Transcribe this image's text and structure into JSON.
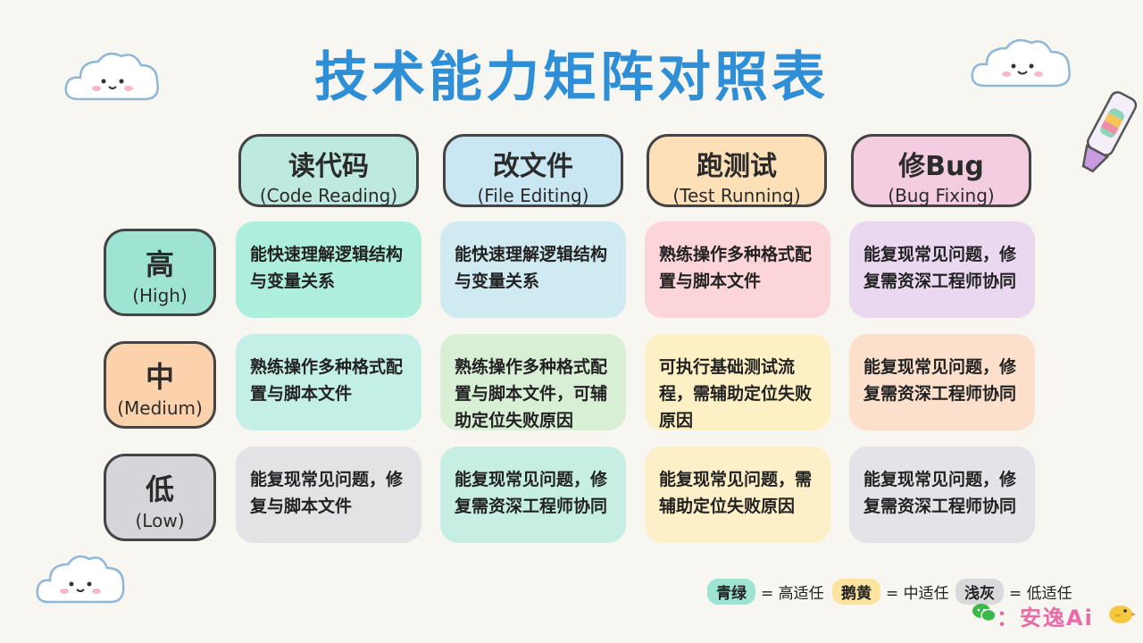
{
  "title": "技术能力矩阵对照表",
  "columns": [
    {
      "zh": "读代码",
      "en": "(Code Reading)",
      "color": "#bde9df"
    },
    {
      "zh": "改文件",
      "en": "(File Editing)",
      "color": "#c9e6f3"
    },
    {
      "zh": "跑测试",
      "en": "(Test Running)",
      "color": "#fde0b8"
    },
    {
      "zh": "修Bug",
      "en": "(Bug Fixing)",
      "color": "#f5cde0"
    }
  ],
  "rows": [
    {
      "zh": "高",
      "en": "(High)",
      "color": "#9fe3d3"
    },
    {
      "zh": "中",
      "en": "(Medium)",
      "color": "#fbd2ac"
    },
    {
      "zh": "低",
      "en": "(Low)",
      "color": "#d6d6da"
    }
  ],
  "cells": [
    [
      {
        "text": "能快速理解逻辑结构与变量关系",
        "color": "#aeeedd"
      },
      {
        "text": "能快速理解逻辑结构与变量关系",
        "color": "#cfeaf0"
      },
      {
        "text": "熟练操作多种格式配置与脚本文件",
        "color": "#fbd5d8"
      },
      {
        "text": "能复现常见问题，修复需资深工程师协同",
        "color": "#ead8f0"
      }
    ],
    [
      {
        "text": "熟练操作多种格式配置与脚本文件",
        "color": "#c4efe6"
      },
      {
        "text": "熟练操作多种格式配置与脚本文件，可辅助定位失败原因",
        "color": "#d8efd6"
      },
      {
        "text": "可执行基础测试流程，需辅助定位失败原因",
        "color": "#fdf0c4"
      },
      {
        "text": "能复现常见问题，修复需资深工程师协同",
        "color": "#fde0cc"
      }
    ],
    [
      {
        "text": "能复现常见问题，修复与脚本文件",
        "color": "#e3e3e6"
      },
      {
        "text": "能复现常见问题，修复需资深工程师协同",
        "color": "#c6eee3"
      },
      {
        "text": "能复现常见问题，需辅助定位失败原因",
        "color": "#fdefc8"
      },
      {
        "text": "能复现常见问题，修复需资深工程师协同",
        "color": "#e4e4e8"
      }
    ]
  ],
  "legend": [
    {
      "label": "青绿",
      "value": "= 高适任",
      "color": "#9fe3d3"
    },
    {
      "label": "鹅黄",
      "value": "= 中适任",
      "color": "#fde3a0"
    },
    {
      "label": "浅灰",
      "value": "= 低适任",
      "color": "#d9d9dc"
    }
  ],
  "watermark": "：安逸Ai",
  "icons": [
    "cloud-icon",
    "crayon-icon",
    "wechat-icon",
    "bird-icon"
  ]
}
